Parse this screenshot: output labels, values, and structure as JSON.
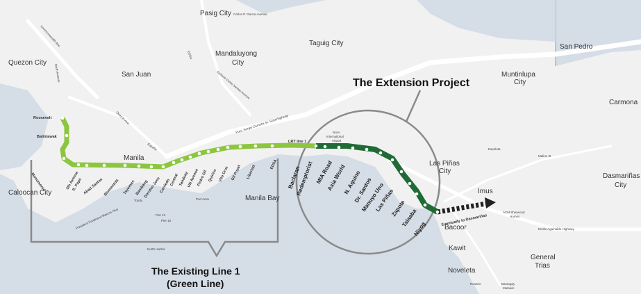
{
  "colors": {
    "water": "#d5dde6",
    "land": "#f1f1f1",
    "road": "#ffffff",
    "existing_line": "#8cc63f",
    "extension_line": "#1f6b36",
    "bracket": "#8a8a8a"
  },
  "cities": {
    "pasig": "Pasig City",
    "quezon": "Quezon City",
    "mandaluyong_1": "Mandaluyong",
    "mandaluyong_2": "City",
    "san_juan": "San Juan",
    "taguig": "Taguig City",
    "san_pedro": "San Pedro",
    "muntinlupa_1": "Muntinlupa",
    "muntinlupa_2": "City",
    "carmona": "Carmona",
    "manila": "Manila",
    "caloocan": "Caloocan City",
    "manila_bay": "Manila Bay",
    "las_pinas_1": "Las Piñas",
    "las_pinas_2": "City",
    "dasmarinas_1": "Dasmariñas",
    "dasmarinas_2": "City",
    "imus": "Imus",
    "bacoor": "Bacoor",
    "kawit": "Kawit",
    "noveleta": "Noveleta",
    "general_trias_1": "General",
    "general_trias_2": "Trias"
  },
  "roads": {
    "commonwealth": "Commonwealth Ave.",
    "north_ave": "North Avenue",
    "carlos_garcia": "Carlos P. Garcia Avenue",
    "edsa_top": "EDSA",
    "epifanio": "Epifanio Delos Santos Avenue",
    "quezon_ave": "Quezon Ave.",
    "espana": "España",
    "sucat": "Pres. Sergio Osmeña Sr. Superhighway",
    "naia": "NAIA",
    "naia_2": "International",
    "naia_3": "Airport",
    "lrt": "LRT line 1",
    "espeleta": "Espeleta",
    "malino": "Malino III",
    "aguinaldo": "Emilio Aguinaldo Highway",
    "acm": "ACM Sherwood",
    "acm_2": "Homes",
    "tondo": "Tondo",
    "port_area": "Port Area",
    "pier12": "Pier 12",
    "pier10": "Pier 10",
    "north_harbor": "North Harbor",
    "pres_roxas": "President Ferdinand Marcos Hwy",
    "edsa_small": "EDSA",
    "rosario": "Rosario",
    "barangay": "Barangay",
    "mulawin": "Mulawin"
  },
  "stations_existing": [
    "Roosevelt",
    "Balintawak",
    "Monumento",
    "5th Avenue",
    "R. Papa",
    "Abad Santos",
    "Blumentritt",
    "Tayuman",
    "Bambang",
    "Doroteo Jose",
    "Carriedo",
    "Central",
    "Tanduay",
    "UN Avenue",
    "Pedro Gil",
    "Quirino",
    "Vito Cruz",
    "Gil Puyat",
    "Libertad",
    "EDSA"
  ],
  "stations_extension": [
    "Baclaran",
    "Redemptorist",
    "MIA Road",
    "Asia World",
    "N. Aquino",
    "Dr. Santos",
    "Manuyo Uno",
    "Las Piñas",
    "Zapote",
    "Talaaba",
    "Niyog"
  ],
  "captions": {
    "extension_title": "The Extension Project",
    "existing_line_1": "The Existing Line 1",
    "existing_line_2": "(Green Line)",
    "future": "Eventually to Dasmariñas"
  }
}
